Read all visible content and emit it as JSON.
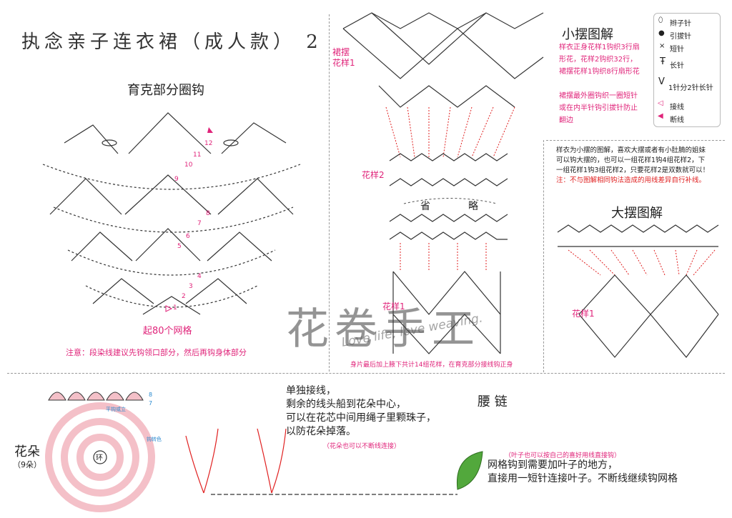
{
  "title": "执念亲子连衣裙（成人款） 2",
  "yoke": {
    "heading": "育克部分圈钩",
    "start_label": "起80个网格",
    "note": "注意：段染线建议先钩领口部分，然后再钩身体部分",
    "row_numbers": [
      "1",
      "2",
      "3",
      "4",
      "5",
      "6",
      "7",
      "8",
      "9",
      "10",
      "11",
      "12"
    ]
  },
  "small_skirt": {
    "heading": "小摆图解",
    "pattern1_label": "裙摆\n花样1",
    "pattern2_label": "花样2",
    "omit_left": "省",
    "omit_right": "略",
    "lower_pattern1_label": "花样1",
    "desc1": [
      "样衣正身花样1钩织3行扇",
      "形花，花样2钩织32行，",
      "裙摆花样1钩织8行扇形花"
    ],
    "desc2": [
      "裙摆最外圈钩织一圈短针",
      "或在内半针钩引拔针防止",
      "翻边"
    ],
    "join_note": "身片最后加上腋下共计14组花样，在育克部分接线钩正身"
  },
  "legend": {
    "items": [
      "辫子针",
      "引拔针",
      "短针",
      "长针",
      "1针分2针长针",
      "接线",
      "断线"
    ]
  },
  "big_skirt": {
    "heading": "大摆图解",
    "desc": [
      "样衣为小摆的图解，喜欢大摆或者有小肚腩的姐妹",
      "可以钩大摆的，也可以一组花样1钩4组花样2，下",
      "一组花样1钩3组花样2，只要花样2是双数就可以！"
    ],
    "warn": "注：不与图解相同钩法造成的用线差异自行补线。",
    "pattern1_label": "花样1"
  },
  "flower": {
    "heading": "花朵",
    "count": "（9朵）",
    "center": "环",
    "row_marks": [
      "8",
      "7"
    ],
    "tiny_note1": "平钩或立",
    "tiny_note2": "钩转色",
    "instructions": [
      "单独接线，",
      "剩余的线头船到花朵中心，",
      "可以在花芯中间用绳子里颗珠子，",
      "以防花朵掉落。"
    ],
    "note": "（花朵也可以不断线连接）"
  },
  "waist": {
    "heading": "腰 链",
    "leaf_note": "（叶子也可以按自己的喜好用线直接钩）",
    "instructions": [
      "网格钩到需要加叶子的地方，",
      "直接用一短针连接叶子。不断线继续钩网格"
    ]
  },
  "watermark": {
    "brand": "花卷手工",
    "slogan": "Love life, love weaving."
  }
}
